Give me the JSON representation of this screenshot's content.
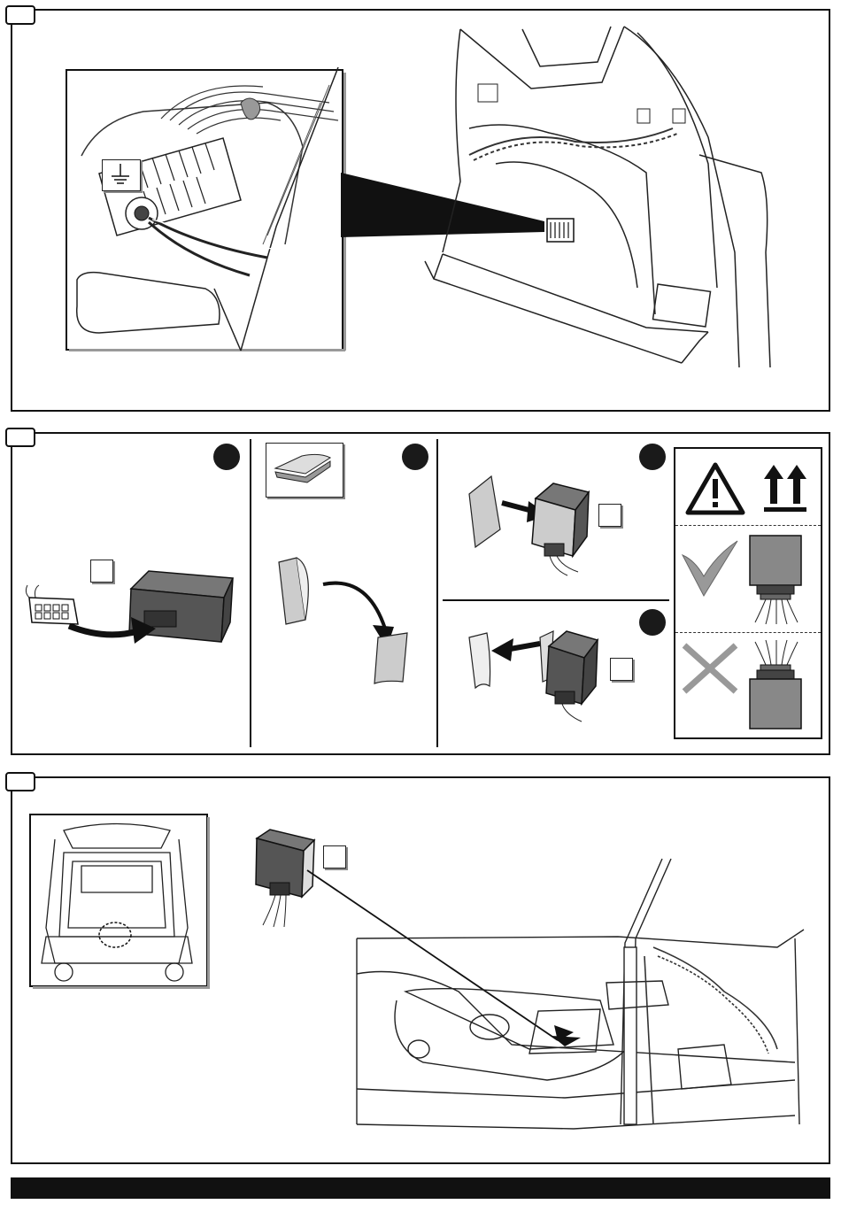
{
  "document": {
    "panels": [
      {
        "id": "panel-1",
        "content": "ground-point-and-wiring-illustration"
      },
      {
        "id": "panel-2",
        "content": "module-connection-and-adhesive-illustration"
      },
      {
        "id": "panel-3",
        "content": "module-placement-illustration"
      }
    ],
    "icons": [
      "ground-symbol-icon",
      "warning-triangle-icon",
      "this-way-up-icon",
      "check-mark-icon",
      "cross-mark-icon",
      "adhesive-pad-icon"
    ],
    "colors": {
      "line": "#111111",
      "module_dark": "#555555",
      "module_mid": "#888888",
      "pad_gray": "#cccccc"
    }
  }
}
